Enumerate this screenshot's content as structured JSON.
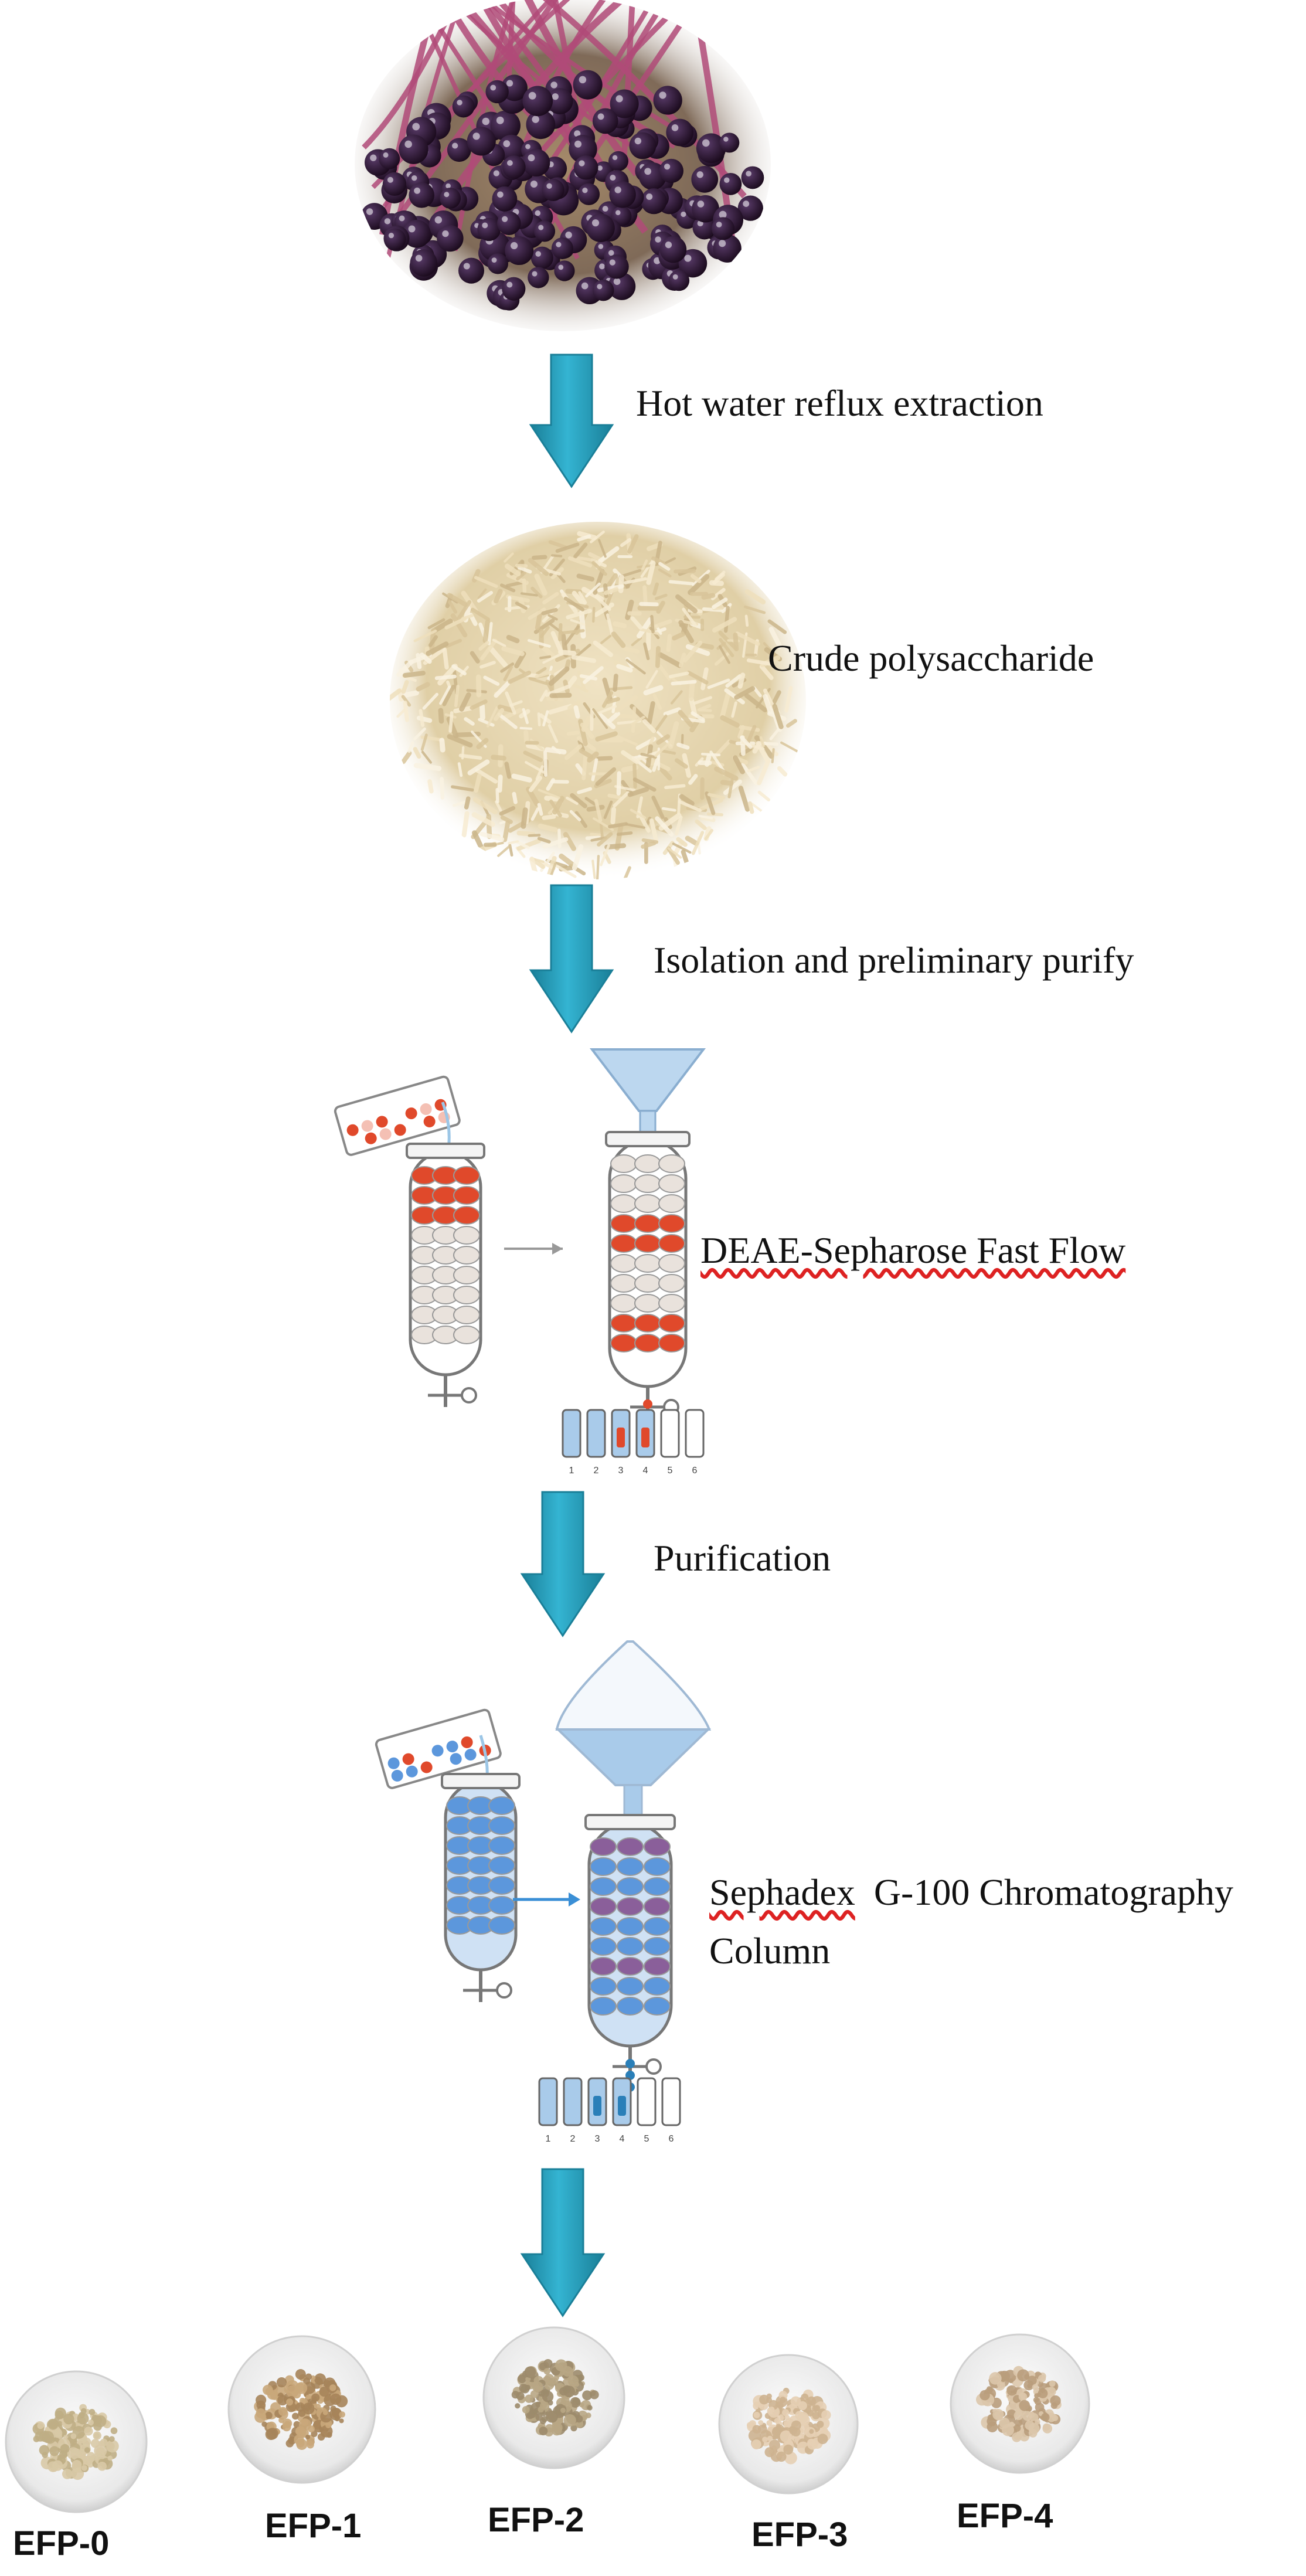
{
  "steps": {
    "extraction": "Hot water reflux extraction",
    "crude": "Crude polysaccharide",
    "isolation": "Isolation and preliminary purify",
    "deae": "DEAE-Sepharose Fast Flow",
    "purification": "Purification",
    "sephadex_a": "Sephadex",
    "sephadex_b": "G-100 Chromatography",
    "sephadex_c": "Column"
  },
  "products": [
    "EFP-0",
    "EFP-1",
    "EFP-2",
    "EFP-3",
    "EFP-4"
  ],
  "tube_numbers": [
    "1",
    "2",
    "3",
    "4",
    "5",
    "6"
  ],
  "colors": {
    "arrow": "#2aa3c0",
    "arrow_dark": "#1a7f98",
    "berry": "#2b1230",
    "stem": "#b04a78",
    "powder": "#e6d7b6",
    "gel_bead": "#e9e2dc",
    "red_bead": "#e0492b",
    "blue_bead": "#5c97dc",
    "blue_liquid": "#a9cbea"
  },
  "icons": [
    "elderberry-photo-icon",
    "crude-powder-icon",
    "flow-arrow-icon",
    "beaker-icon",
    "column-icon",
    "funnel-icon",
    "separatory-funnel-icon",
    "test-tube-rack-icon",
    "product-dish-icon"
  ]
}
